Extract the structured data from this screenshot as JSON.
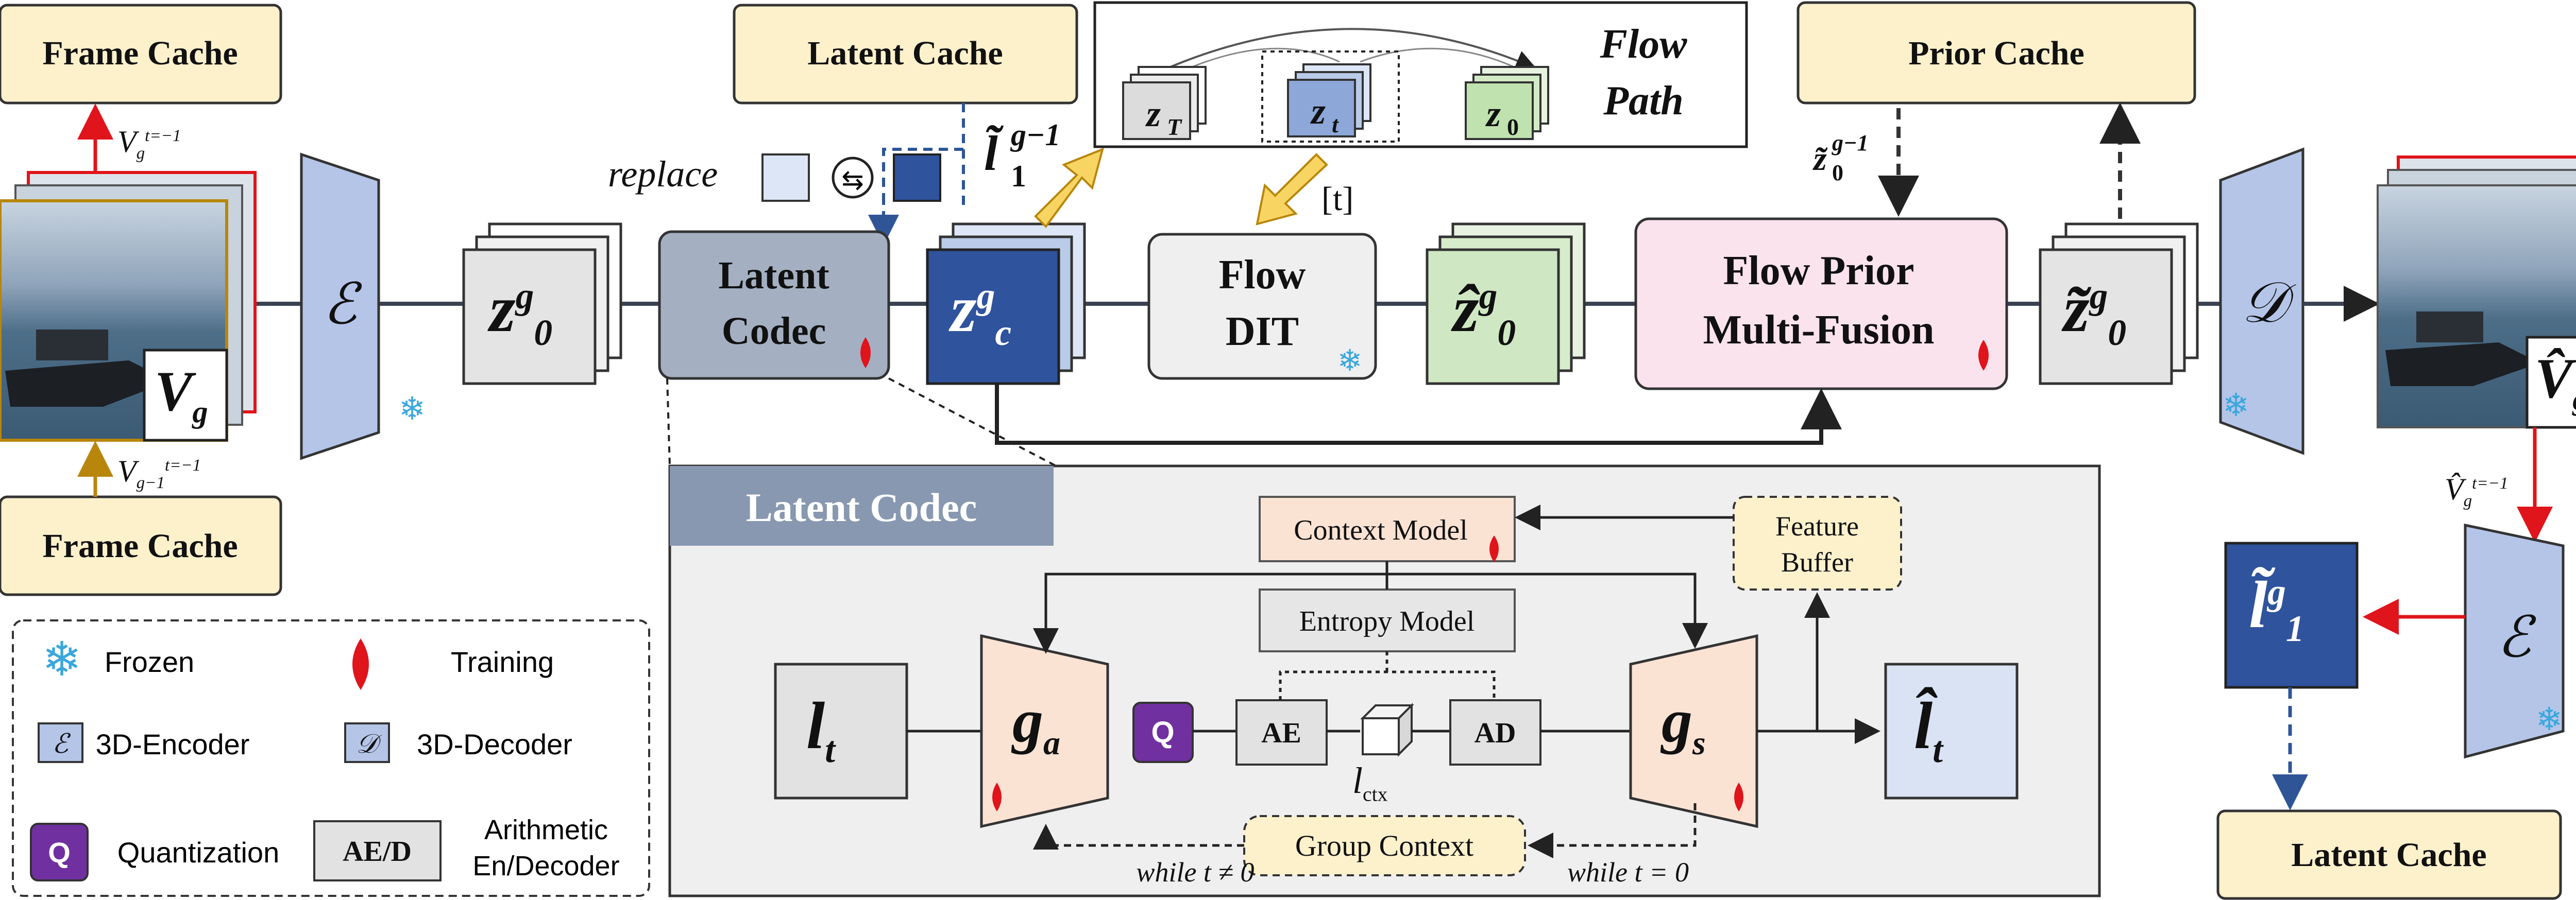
{
  "caches": {
    "frame_cache_top": "Frame Cache",
    "frame_cache_bottom": "Frame Cache",
    "latent_cache_top": "Latent Cache",
    "prior_cache": "Prior Cache",
    "latent_cache_bottom": "Latent Cache"
  },
  "signals": {
    "v_prev_top": {
      "base": "V",
      "sub": "g",
      "sup": "t=−1"
    },
    "v_prev_bottom": {
      "base": "V",
      "sub": "g−1",
      "sup": "t=−1"
    },
    "v_input": {
      "base": "V",
      "sub": "g"
    },
    "v_output": {
      "base": "V̂",
      "sub": "g"
    },
    "v_hat_prev": {
      "base": "V̂",
      "sub": "g",
      "sup": "t=−1"
    },
    "z0": {
      "base": "z",
      "sub": "0",
      "sup": "g"
    },
    "zc": {
      "base": "z",
      "sub": "c",
      "sup": "g"
    },
    "z0_hat": {
      "base": "ẑ",
      "sub": "0",
      "sup": "g"
    },
    "z0_tilde": {
      "base": "z̃",
      "sub": "0",
      "sup": "g"
    },
    "z0_tilde_prior": {
      "base": "z̃",
      "sub": "0",
      "sup": "g−1"
    },
    "l1_tilde": {
      "base": "l̃",
      "sub": "1",
      "sup": "g−1"
    },
    "l1_tilde_out": {
      "base": "l̃",
      "sub": "1",
      "sup": "g"
    },
    "t_label": "[t]",
    "encoder_symbol": "ℰ",
    "decoder_symbol": "𝒟"
  },
  "replace_label": "replace",
  "modules": {
    "latent_codec_line1": "Latent",
    "latent_codec_line2": "Codec",
    "flow_dit_line1": "Flow",
    "flow_dit_line2": "DIT",
    "fusion_line1": "Flow Prior",
    "fusion_line2": "Multi-Fusion"
  },
  "flow_path": {
    "title_line1": "Flow",
    "title_line2": "Path",
    "zT": {
      "base": "z",
      "sub": "T"
    },
    "zt": {
      "base": "z",
      "sub": "t"
    },
    "z0": {
      "base": "z",
      "sub": "0"
    }
  },
  "codec_panel": {
    "title": "Latent Codec",
    "context_model": "Context Model",
    "entropy_model": "Entropy Model",
    "feature_buffer_line1": "Feature",
    "feature_buffer_line2": "Buffer",
    "group_context": "Group Context",
    "lt": {
      "base": "l",
      "sub": "t"
    },
    "lt_hat": {
      "base": "l̂",
      "sub": "t"
    },
    "ga": {
      "base": "g",
      "sub": "a"
    },
    "gs": {
      "base": "g",
      "sub": "s"
    },
    "quant": "Q",
    "ae": "AE",
    "ad": "AD",
    "lctx": {
      "base": "l",
      "sub": "ctx"
    },
    "while_left": "while t ≠ 0",
    "while_right": "while t = 0"
  },
  "legend": {
    "frozen": "Frozen",
    "training": "Training",
    "encoder": "3D-Encoder",
    "decoder": "3D-Decoder",
    "quantization": "Quantization",
    "arith_box": "AE/D",
    "arith_line1": "Arithmetic",
    "arith_line2": "En/Decoder",
    "enc_sym": "ℰ",
    "dec_sym": "𝒟",
    "q_sym": "Q"
  },
  "colors": {
    "cache_fill": "#fdf1cc",
    "encoder_fill": "#b4c5e8",
    "codec_fill": "#a4b0c2",
    "zc_fill": "#2f539c",
    "zhat_fill": "#cfe8c3",
    "fusion_fill": "#fbe3ee",
    "gx_fill": "#fbe3d4",
    "panel_fill": "#efefef",
    "panel_title_fill": "#8898b0",
    "quant_fill": "#7030a0",
    "frozen": "#3aa7dc",
    "training": "#e0141b",
    "arrow_red": "#e0141b",
    "arrow_blue": "#2f5597",
    "arrow_gold": "#b8860b"
  }
}
